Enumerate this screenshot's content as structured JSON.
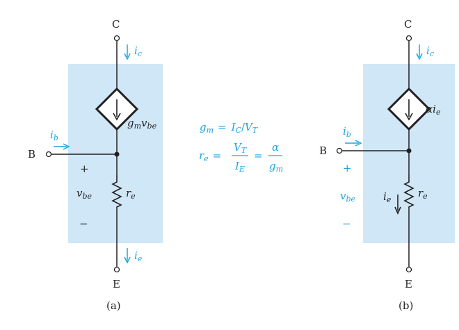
{
  "colors": {
    "panel_fill": "#cfe7f7",
    "wire": "#231f20",
    "current_label": "#1aa7e1"
  },
  "circuit_a": {
    "caption": "(a)",
    "terminals": {
      "collector": "C",
      "base": "B",
      "emitter": "E"
    },
    "currents": {
      "ic": {
        "base": "i",
        "sub": "c"
      },
      "ib": {
        "base": "i",
        "sub": "b"
      },
      "ie": {
        "base": "i",
        "sub": "e"
      }
    },
    "source": {
      "coef": "g",
      "coef_sub": "m",
      "var": "v",
      "var_sub": "be"
    },
    "resistor": {
      "base": "r",
      "sub": "e"
    },
    "vbe": {
      "plus": "+",
      "minus": "−",
      "base": "v",
      "sub": "be"
    }
  },
  "equations": {
    "gm": {
      "lhs": "g",
      "lhs_sub": "m",
      "eq": "=",
      "num": "I",
      "num_sub": "C",
      "slash": "/",
      "den": "V",
      "den_sub": "T"
    },
    "re": {
      "lhs": "r",
      "lhs_sub": "e",
      "eq1": "=",
      "frac1_num": "V",
      "frac1_num_sub": "T",
      "frac1_den": "I",
      "frac1_den_sub": "E",
      "eq2": "=",
      "frac2_num": "α",
      "frac2_den": "g",
      "frac2_den_sub": "m"
    }
  },
  "circuit_b": {
    "caption": "(b)",
    "terminals": {
      "collector": "C",
      "base": "B",
      "emitter": "E"
    },
    "currents": {
      "ic": {
        "base": "i",
        "sub": "c"
      },
      "ib": {
        "base": "i",
        "sub": "b"
      },
      "ie_inner": {
        "base": "i",
        "sub": "e"
      }
    },
    "source": {
      "coef": "α",
      "var": "i",
      "var_sub": "e"
    },
    "resistor": {
      "base": "r",
      "sub": "e"
    },
    "vbe": {
      "plus": "+",
      "minus": "−",
      "base": "v",
      "sub": "be"
    }
  }
}
